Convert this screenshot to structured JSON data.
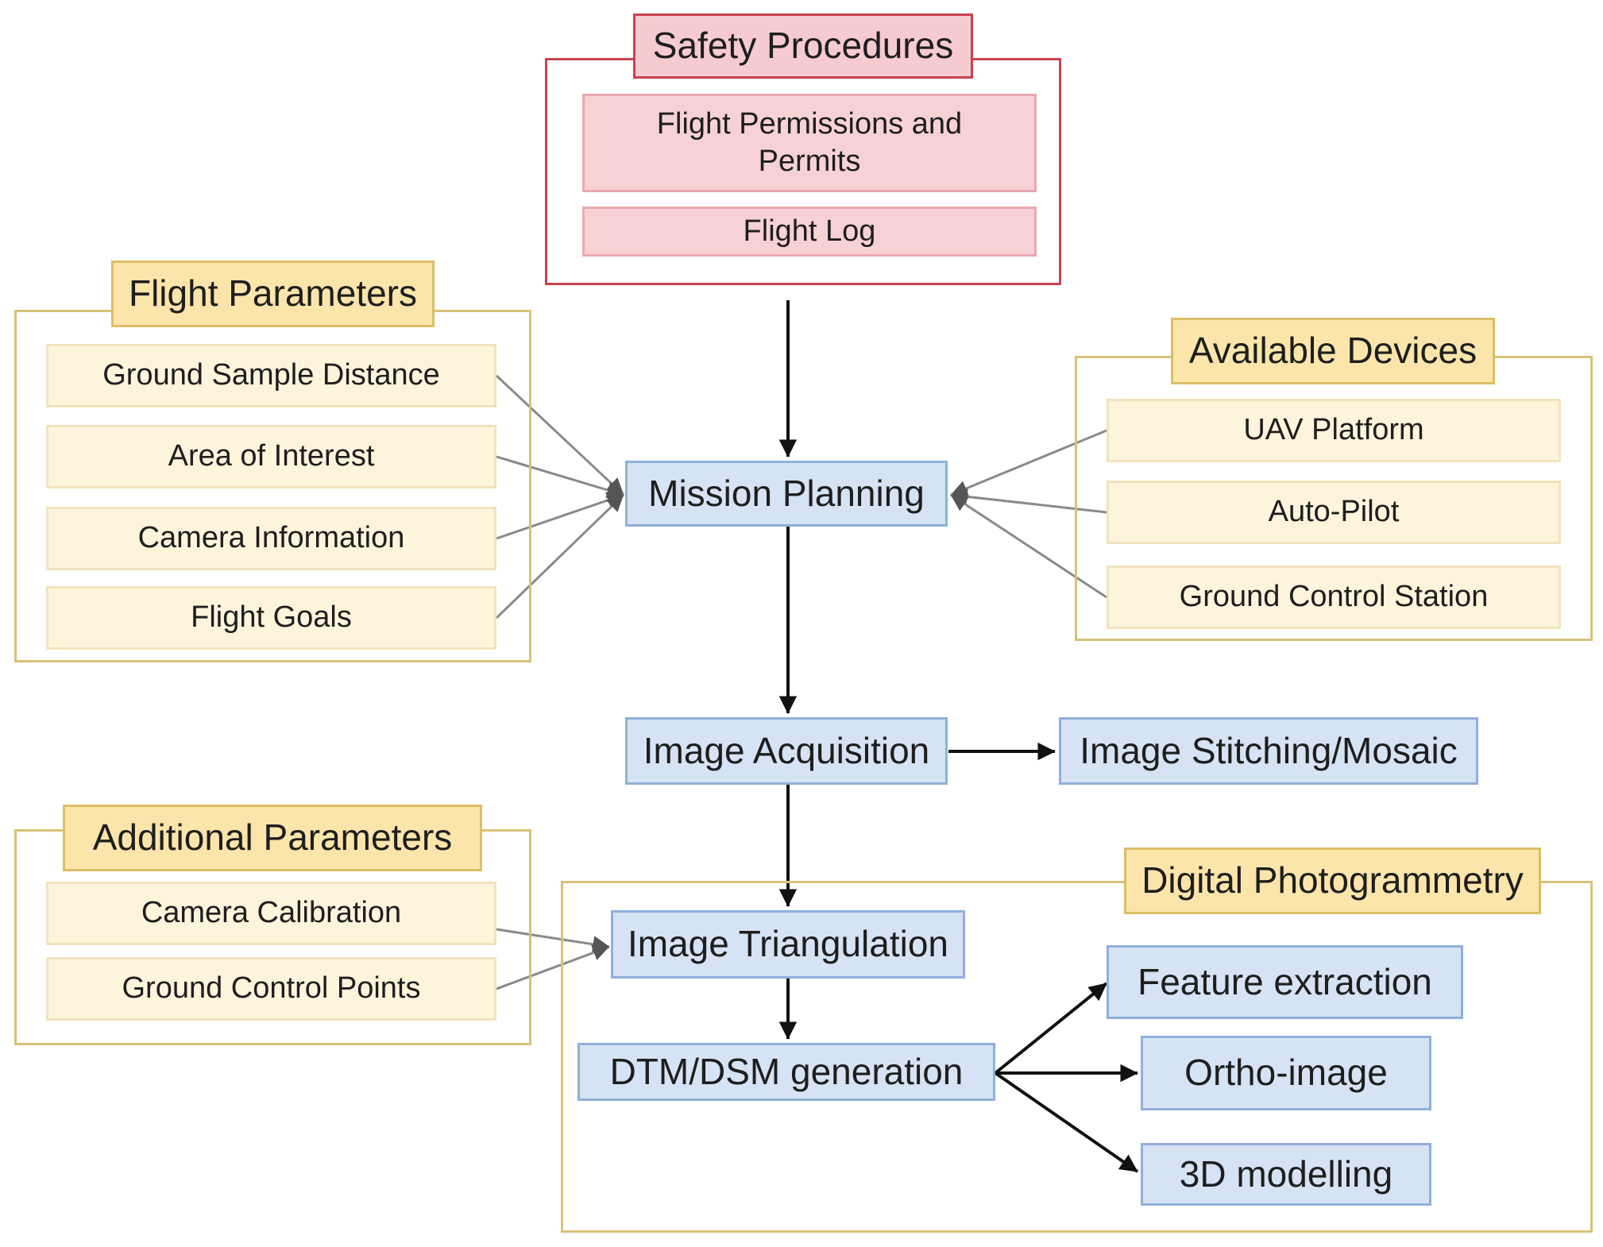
{
  "safety": {
    "title": "Safety Procedures",
    "items": [
      "Flight Permissions and Permits",
      "Flight Log"
    ]
  },
  "flight_parameters": {
    "title": "Flight Parameters",
    "items": [
      "Ground Sample Distance",
      "Area of Interest",
      "Camera Information",
      "Flight Goals"
    ]
  },
  "available_devices": {
    "title": "Available Devices",
    "items": [
      "UAV Platform",
      "Auto-Pilot",
      "Ground Control Station"
    ]
  },
  "additional_parameters": {
    "title": "Additional Parameters",
    "items": [
      "Camera Calibration",
      "Ground Control Points"
    ]
  },
  "digital_photogrammetry": {
    "title": "Digital Photogrammetry"
  },
  "process": {
    "mission_planning": "Mission Planning",
    "image_acquisition": "Image Acquisition",
    "image_stitching": "Image Stitching/Mosaic",
    "image_triangulation": "Image Triangulation",
    "dtm_dsm": "DTM/DSM generation",
    "feature_extraction": "Feature extraction",
    "ortho_image": "Ortho-image",
    "modelling_3d": "3D modelling"
  },
  "colors": {
    "safety_border": "#c9424e",
    "group_border": "#d8c27a",
    "process_fill": "#d6e3f4",
    "input_fill": "#fdf4dc",
    "arrow_main": "#111111",
    "arrow_input": "#8a8a8a"
  }
}
